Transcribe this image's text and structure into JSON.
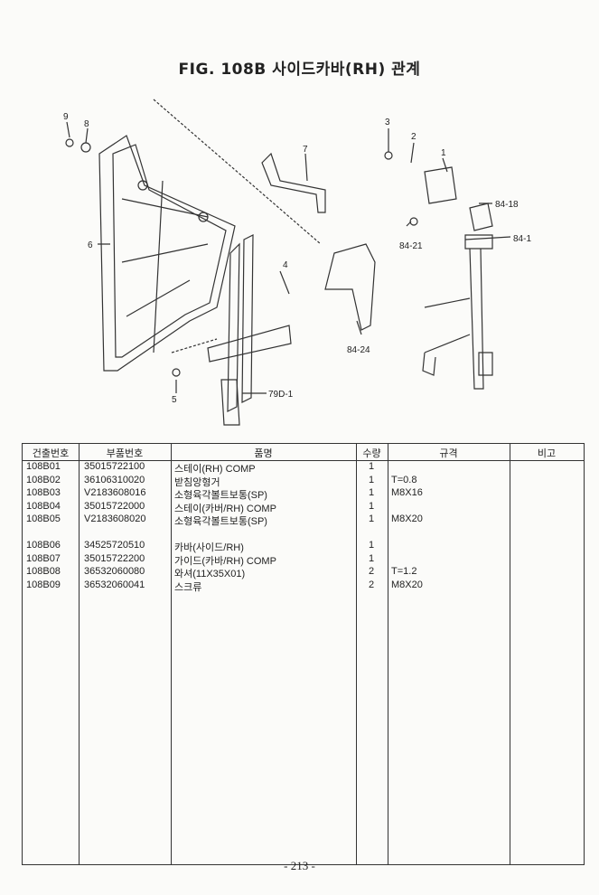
{
  "title": "FIG. 108B 사이드카바(RH) 관계",
  "diagram_labels": [
    "9",
    "8",
    "7",
    "6",
    "5",
    "4",
    "3",
    "2",
    "1",
    "84-18",
    "84-21",
    "84-1",
    "84-24",
    "79D-1"
  ],
  "table": {
    "headers": [
      "건출번호",
      "부품번호",
      "품명",
      "수량",
      "규격",
      "비고"
    ],
    "rows": [
      {
        "no": "108B01",
        "part": "35015722100",
        "name": "스테이(RH) COMP",
        "qty": "1",
        "spec": "",
        "note": ""
      },
      {
        "no": "108B02",
        "part": "36106310020",
        "name": "받침앙형거",
        "qty": "1",
        "spec": "T=0.8",
        "note": ""
      },
      {
        "no": "108B03",
        "part": "V2183608016",
        "name": "소형육각볼트보통(SP)",
        "qty": "1",
        "spec": "M8X16",
        "note": ""
      },
      {
        "no": "108B04",
        "part": "35015722000",
        "name": "스테이(카버/RH) COMP",
        "qty": "1",
        "spec": "",
        "note": ""
      },
      {
        "no": "108B05",
        "part": "V2183608020",
        "name": "소형육각볼트보통(SP)",
        "qty": "1",
        "spec": "M8X20",
        "note": ""
      },
      {
        "no": "108B06",
        "part": "34525720510",
        "name": "카바(사이드/RH)",
        "qty": "1",
        "spec": "",
        "note": ""
      },
      {
        "no": "108B07",
        "part": "35015722200",
        "name": "가이드(카바/RH) COMP",
        "qty": "1",
        "spec": "",
        "note": ""
      },
      {
        "no": "108B08",
        "part": "36532060080",
        "name": "와셔(11X35X01)",
        "qty": "2",
        "spec": "T=1.2",
        "note": ""
      },
      {
        "no": "108B09",
        "part": "36532060041",
        "name": "스크류",
        "qty": "2",
        "spec": "M8X20",
        "note": ""
      }
    ]
  },
  "page_number": "- 213 -"
}
